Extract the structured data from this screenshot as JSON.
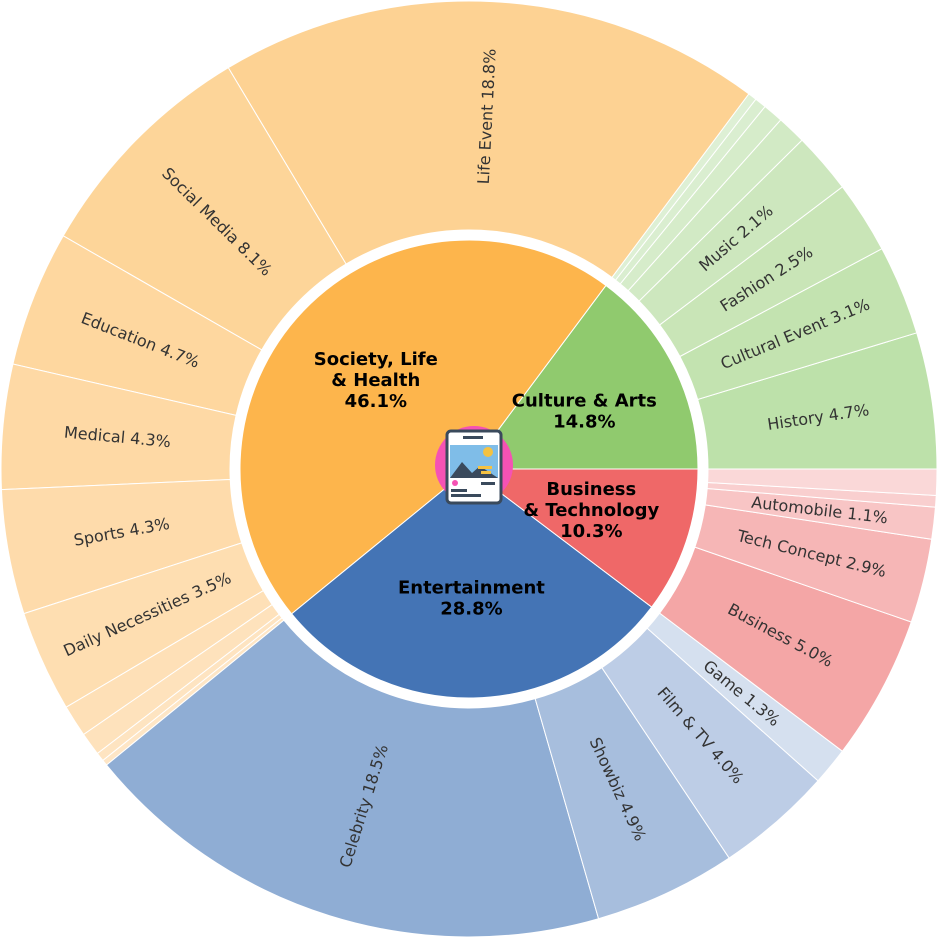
{
  "chart_data": {
    "type": "sunburst",
    "title": "",
    "start_angle_deg": 0,
    "direction": "counterclockwise",
    "categories": [
      {
        "name": "Culture & Arts",
        "label": [
          "Culture & Arts",
          "14.8%"
        ],
        "value": 14.8,
        "color": "#90CA6E",
        "children": [
          {
            "name": "History",
            "value": 4.7,
            "label": "History 4.7%",
            "color": "#BDE1AA"
          },
          {
            "name": "Cultural Event",
            "value": 3.1,
            "label": "Cultural Event 3.1%",
            "color": "#C3E3B0"
          },
          {
            "name": "Fashion",
            "value": 2.5,
            "label": "Fashion 2.5%",
            "color": "#C9E5B7"
          },
          {
            "name": "Music",
            "value": 2.1,
            "label": "Music 2.1%",
            "color": "#CDE7BE"
          },
          {
            "name": "",
            "value": 1.0,
            "label": "",
            "color": "#D2EAC5"
          },
          {
            "name": "",
            "value": 0.7,
            "label": "",
            "color": "#D6ECCA"
          },
          {
            "name": "",
            "value": 0.4,
            "label": "",
            "color": "#DAEED0"
          },
          {
            "name": "",
            "value": 0.3,
            "label": "",
            "color": "#DEF0D5"
          }
        ]
      },
      {
        "name": "Society, Life & Health",
        "label": [
          "Society, Life",
          "& Health",
          "46.1%"
        ],
        "value": 46.1,
        "color": "#FDB54C",
        "children": [
          {
            "name": "Life Event",
            "value": 18.8,
            "label": "Life Event 18.8%",
            "color": "#FDD293"
          },
          {
            "name": "Social Media",
            "value": 8.1,
            "label": "Social Media 8.1%",
            "color": "#FDD599"
          },
          {
            "name": "Education",
            "value": 4.7,
            "label": "Education 4.7%",
            "color": "#FED79F"
          },
          {
            "name": "Medical",
            "value": 4.3,
            "label": "Medical 4.3%",
            "color": "#FED9A5"
          },
          {
            "name": "Sports",
            "value": 4.3,
            "label": "Sports 4.3%",
            "color": "#FEDBAB"
          },
          {
            "name": "Daily Necessities",
            "value": 3.5,
            "label": "Daily Necessities 3.5%",
            "color": "#FEDEB1"
          },
          {
            "name": "",
            "value": 1.1,
            "label": "",
            "color": "#FEE0B7"
          },
          {
            "name": "",
            "value": 0.8,
            "label": "",
            "color": "#FEE2BC"
          },
          {
            "name": "",
            "value": 0.3,
            "label": "",
            "color": "#FEE4C1"
          },
          {
            "name": "",
            "value": 0.2,
            "label": "",
            "color": "#FEE6C6"
          }
        ]
      },
      {
        "name": "Entertainment",
        "label": [
          "Entertainment",
          "28.8%"
        ],
        "value": 28.8,
        "color": "#4474B5",
        "children": [
          {
            "name": "Celebrity",
            "value": 18.5,
            "label": "Celebrity 18.5%",
            "color": "#8FADD4"
          },
          {
            "name": "Showbiz",
            "value": 4.9,
            "label": "Showbiz 4.9%",
            "color": "#A7BEDD"
          },
          {
            "name": "Film & TV",
            "value": 4.0,
            "label": "Film & TV 4.0%",
            "color": "#BDCDE6"
          },
          {
            "name": "Game",
            "value": 1.3,
            "label": "Game 1.3%",
            "color": "#D5E0EF"
          }
        ]
      },
      {
        "name": "Business & Technology",
        "label": [
          "Business",
          "& Technology",
          "10.3%"
        ],
        "value": 10.3,
        "color": "#EF6868",
        "children": [
          {
            "name": "Business",
            "value": 5.0,
            "label": "Business 5.0%",
            "color": "#F4A6A6"
          },
          {
            "name": "Tech Concept",
            "value": 2.9,
            "label": "Tech Concept 2.9%",
            "color": "#F6B6B6"
          },
          {
            "name": "Automobile",
            "value": 1.1,
            "label": "Automobile 1.1%",
            "color": "#F8C5C5"
          },
          {
            "name": "",
            "value": 0.4,
            "label": "",
            "color": "#F9CFCF"
          },
          {
            "name": "",
            "value": 0.9,
            "label": "",
            "color": "#FAD8D8"
          }
        ]
      }
    ],
    "center_icon": "social-media-post-icon"
  }
}
